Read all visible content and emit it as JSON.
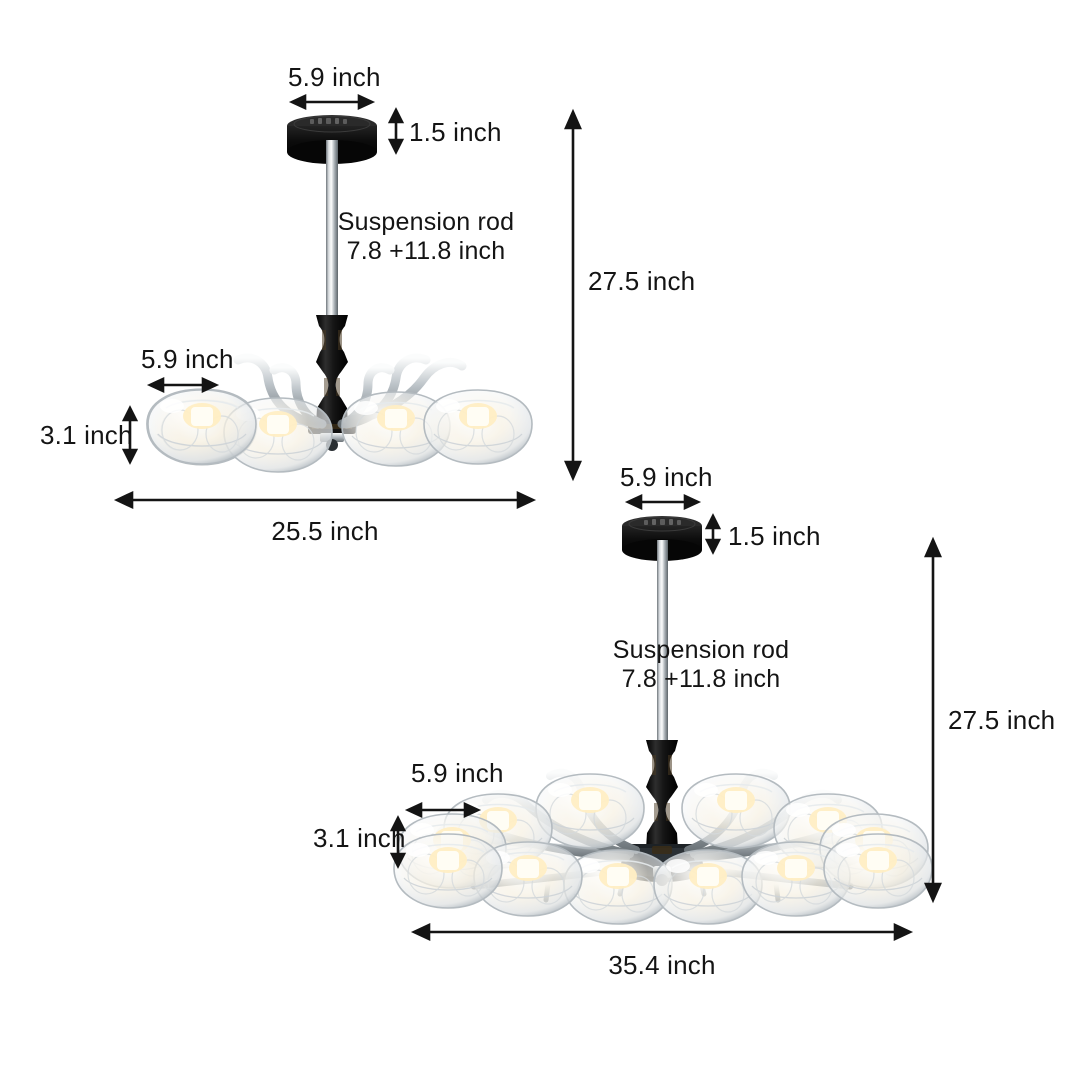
{
  "background": "#ffffff",
  "ink": "#141414",
  "palette": {
    "black_metal": "#1a1a1a",
    "black_metal_dark": "#0b0b0b",
    "chrome_light": "#f2f4f5",
    "chrome_mid": "#9aa1a6",
    "chrome_dark": "#5d656b",
    "glass_edge": "#c9cdd0",
    "glass_fill": "#ffffff",
    "bulb_glow": "#ffe7b4",
    "bulb_core": "#fffdf5"
  },
  "product": {
    "name": "glass-globe-chandelier",
    "shade_style": "oval clear glass globe",
    "arm_finish": "chrome",
    "column_finish": "black"
  },
  "figures": [
    {
      "id": "chandelier-small",
      "lights": 8,
      "tiers": 1,
      "labels": {
        "canopy_width": "5.9 inch",
        "canopy_height": "1.5 inch",
        "rod_title": "Suspension rod",
        "rod_value": "7.8 +11.8 inch",
        "shade_width": "5.9 inch",
        "shade_height": "3.1 inch",
        "total_height": "27.5 inch",
        "total_width": "25.5 inch"
      }
    },
    {
      "id": "chandelier-large",
      "lights": 16,
      "tiers": 2,
      "labels": {
        "canopy_width": "5.9 inch",
        "canopy_height": "1.5 inch",
        "rod_title": "Suspension rod",
        "rod_value": "7.8 +11.8 inch",
        "shade_width": "5.9 inch",
        "shade_height": "3.1 inch",
        "total_height": "27.5 inch",
        "total_width": "35.4 inch"
      }
    }
  ]
}
